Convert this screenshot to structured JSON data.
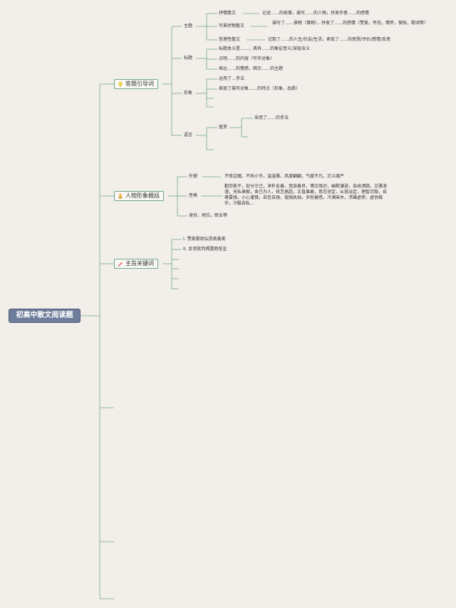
{
  "root": {
    "title": "初高中散文阅读题"
  },
  "branch1": {
    "label": "答题引导词",
    "icon": "lightbulb-icon",
    "theme": {
      "label": "主题",
      "items": [
        {
          "name": "抒情散文",
          "desc": "记述……的故事，描写……的人物，抒发作者……的感情"
        },
        {
          "name": "写景状物散文",
          "desc": "描写了……景物（事物），抒发了……的感情（赞美，怀念，情怀，惆怅，歌颂等）"
        },
        {
          "name": "哲理性散文",
          "desc": "记叙了……的人生/社会/生活，表现了……的思想/评价/感情/反思"
        }
      ]
    },
    "title_node": {
      "label": "标题",
      "items": [
        "标题本义是……，具有……的象征意义/深层含义",
        "点明……的内容（写作对象）",
        "表达……的情感，暗示……的主题"
      ]
    },
    "image_node": {
      "label": "形象",
      "items": [
        "运用了…手法",
        "表现了描写对象……的特点（形象，品质）"
      ]
    },
    "language_node": {
      "label": "语言",
      "sub": "鉴赏",
      "sub_item": "采用了……的手法"
    }
  },
  "branch2": {
    "label": "人物形象概括",
    "icon": "person-icon",
    "appearance": {
      "label": "外貌",
      "text": "不修边幅，不拘小节，温温雅，风度翩翩，气度不凡，正义威严"
    },
    "personality": {
      "label": "性格",
      "text": "勤劳能干，安分守己，淳朴友善，宽容善良，博文强识，幽默谦逊，自由洒脱，文雅浪漫，无私奉献，舍己为人，技艺高超，正直果敢，意志坚定，从容淡定，理智沉稳，自尊要强，小心谨慎，自信自强，倔强执拗，多愁善感，冷漠麻木，浮躁虚荣，虚伪做作，冷酷自私…"
    },
    "identity": {
      "label": "身份，地位，职业等"
    }
  },
  "branch3": {
    "label": "主旨关键词",
    "icon": "pen-icon",
    "items": [
      "I. 赞美歌颂弘扬真善美",
      "II. 反思批判揭露假恶丑"
    ]
  },
  "colors": {
    "line": "#6fa88e",
    "bg": "#f2eee9",
    "root_bg": "#6d7d9b"
  }
}
